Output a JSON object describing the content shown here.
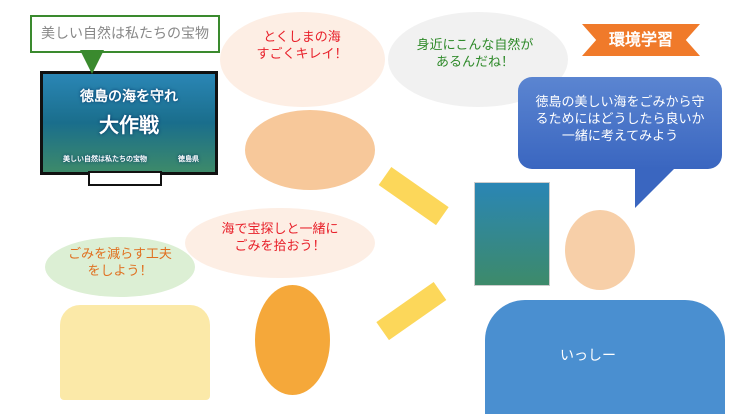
{
  "tv_callout": "美しい自然は私たちの宝物",
  "tv_screen": {
    "title": "徳島の海を守れ",
    "subtitle": "大作戦",
    "tagline": "美しい自然は私たちの宝物",
    "issuer": "徳島県"
  },
  "bubble_girl": [
    "とくしまの海",
    "すごくキレイ！"
  ],
  "bubble_boy": [
    "身近にこんな自然が",
    "あるんだね！"
  ],
  "badge": "環境学習",
  "bubble_teacher": [
    "徳島の美しい海をごみから守",
    "るためにはどうしたら良いか",
    "一緒に考えてみよう"
  ],
  "teacher_name": "いっしー",
  "bubble_treasure": [
    "海で宝探しと一緒に",
    "ごみを拾おう！"
  ],
  "bubble_reduce": [
    "ごみを減らす工夫",
    "をしよう！"
  ],
  "colors": {
    "red": "#e8202a",
    "green": "#2f8a2a",
    "orange": "#f07a2a",
    "blue": "#3a66c0"
  }
}
